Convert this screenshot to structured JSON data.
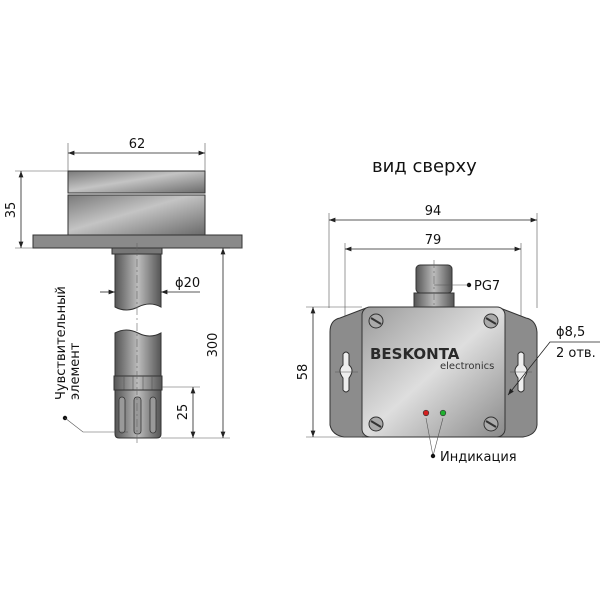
{
  "side_view": {
    "dim_width": "62",
    "dim_height": "35",
    "dim_diameter": "ϕ20",
    "dim_length": "300",
    "dim_sensor": "25",
    "sensor_label_line1": "Чувствительный",
    "sensor_label_line2": "элемент"
  },
  "top_view": {
    "title": "вид сверху",
    "dim_outer_width": "94",
    "dim_hole_spacing": "79",
    "dim_height": "58",
    "gland_label": "PG7",
    "hole_diameter": "ϕ8,5",
    "hole_count": "2 отв.",
    "brand": "BESKONTA",
    "brand_sub": "electronics",
    "indication_label": "Индикация",
    "led_colors": {
      "red": "#d42020",
      "green": "#20b030"
    }
  }
}
